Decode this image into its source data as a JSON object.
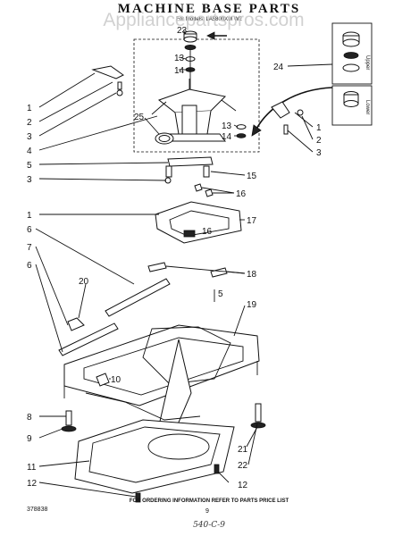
{
  "title": "MACHINE BASE PARTS",
  "subtitle": "For Models: LA5800XM W2",
  "watermark": "Appliancepartspros.com",
  "footer_note": "FOR ORDERING INFORMATION REFER TO PARTS PRICE LIST",
  "doc_number": "378838",
  "page_number": "9",
  "handwritten_note": "540-C-9",
  "bracket_labels": {
    "upper": "Upper",
    "lower": "Lower"
  },
  "callouts": {
    "c23": "23",
    "c13a": "13",
    "c14a": "14",
    "c24": "24",
    "c1a": "1",
    "c2a": "2",
    "c3a": "3",
    "c4": "4",
    "c25": "25",
    "c13b": "13",
    "c14b": "14",
    "c1b": "1",
    "c2b": "2",
    "c3b": "3",
    "c5a": "5",
    "c3c": "3",
    "c15": "15",
    "c16a": "16",
    "c1c": "1",
    "c17": "17",
    "c16b": "16",
    "c6a": "6",
    "c7": "7",
    "c6b": "6",
    "c20": "20",
    "c18": "18",
    "c5b": "5",
    "c19": "19",
    "c10": "10",
    "c8": "8",
    "c9": "9",
    "c21": "21",
    "c22": "22",
    "c11": "11",
    "c12a": "12",
    "c12b": "12"
  },
  "colors": {
    "ink": "#111111",
    "paper": "#ffffff",
    "watermark": "#c9c9c9"
  }
}
